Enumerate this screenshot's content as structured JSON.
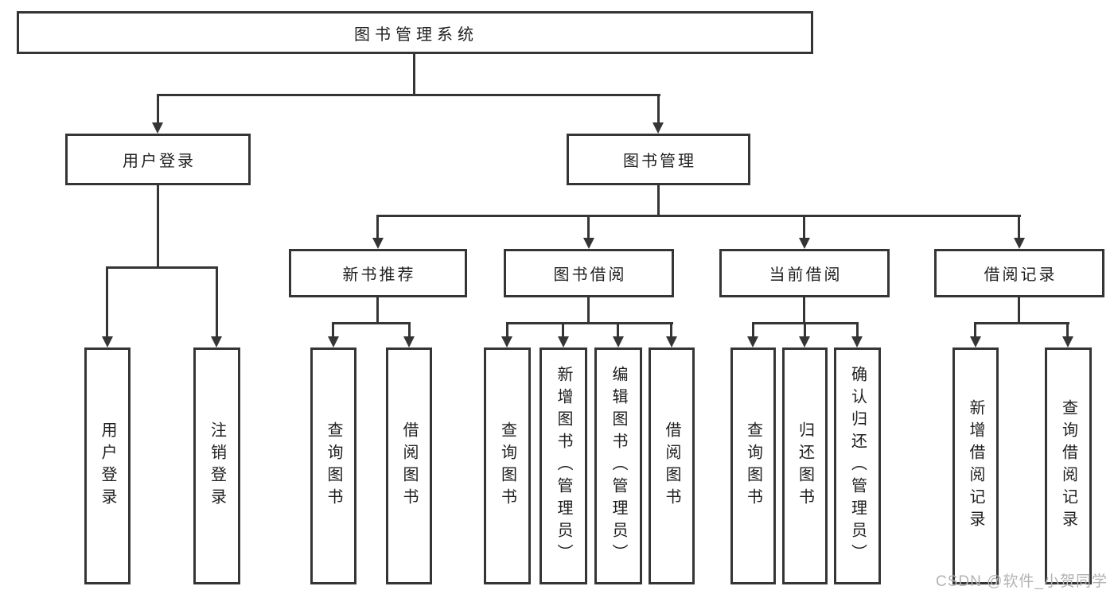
{
  "diagram": {
    "root": {
      "label": "图书管理系统"
    },
    "level2": [
      {
        "label": "用户登录"
      },
      {
        "label": "图书管理"
      }
    ],
    "level3": [
      {
        "label": "新书推荐"
      },
      {
        "label": "图书借阅"
      },
      {
        "label": "当前借阅"
      },
      {
        "label": "借阅记录"
      }
    ],
    "leaves": {
      "user_login": [
        {
          "label": "用户登录"
        },
        {
          "label": "注销登录"
        }
      ],
      "new_book": [
        {
          "label": "查询图书"
        },
        {
          "label": "借阅图书"
        }
      ],
      "borrow": [
        {
          "label": "查询图书"
        },
        {
          "label": "新增图书（管理员）"
        },
        {
          "label": "编辑图书（管理员）"
        },
        {
          "label": "借阅图书"
        }
      ],
      "current": [
        {
          "label": "查询图书"
        },
        {
          "label": "归还图书"
        },
        {
          "label": "确认归还（管理员）"
        }
      ],
      "records": [
        {
          "label": "新增借阅记录"
        },
        {
          "label": "查询借阅记录"
        }
      ]
    },
    "watermark": "CSDN @软件_小贺同学",
    "colors": {
      "line": "#353535",
      "text": "#1f1f1f",
      "watermark": "#b3b3b3",
      "background": "#ffffff"
    }
  }
}
